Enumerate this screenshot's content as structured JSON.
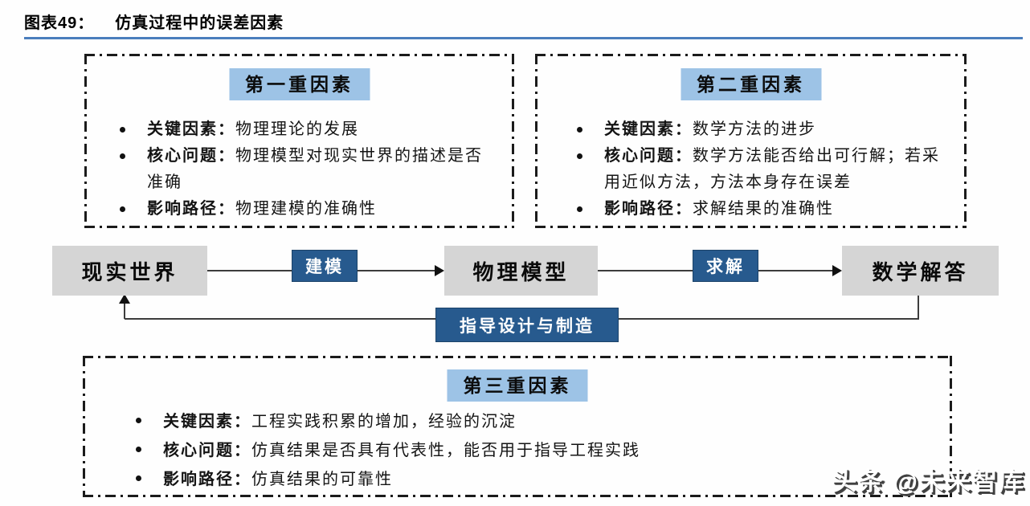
{
  "header": {
    "figure_label": "图表49：",
    "title": "仿真过程中的误差因素"
  },
  "factor_boxes": [
    {
      "header": "第一重因素",
      "bullets": [
        {
          "label": "关键因素：",
          "text": "物理理论的发展"
        },
        {
          "label": "核心问题：",
          "text": "物理模型对现实世界的描述是否准确"
        },
        {
          "label": "影响路径：",
          "text": "物理建模的准确性"
        }
      ]
    },
    {
      "header": "第二重因素",
      "bullets": [
        {
          "label": "关键因素：",
          "text": "数学方法的进步"
        },
        {
          "label": "核心问题：",
          "text": "数学方法能否给出可行解；若采用近似方法，方法本身存在误差"
        },
        {
          "label": "影响路径：",
          "text": "求解结果的准确性"
        }
      ]
    },
    {
      "header": "第三重因素",
      "bullets": [
        {
          "label": "关键因素：",
          "text": "工程实践积累的增加，经验的沉淀"
        },
        {
          "label": "核心问题：",
          "text": "仿真结果是否具有代表性，能否用于指导工程实践"
        },
        {
          "label": "影响路径：",
          "text": "仿真结果的可靠性"
        }
      ]
    }
  ],
  "flow": {
    "nodes": [
      {
        "label": "现实世界"
      },
      {
        "label": "物理模型"
      },
      {
        "label": "数学解答"
      }
    ],
    "edge_labels": [
      {
        "label": "建模"
      },
      {
        "label": "求解"
      }
    ],
    "feedback_label": "指导设计与制造"
  },
  "watermark": "头条 @未来智库",
  "colors": {
    "title_underline": "#4A7EBD",
    "factor_header_fill": "#9DC3E6",
    "flow_node_fill": "#D5D5D5",
    "edge_box_fill": "#275A8E",
    "text": "#111111"
  }
}
